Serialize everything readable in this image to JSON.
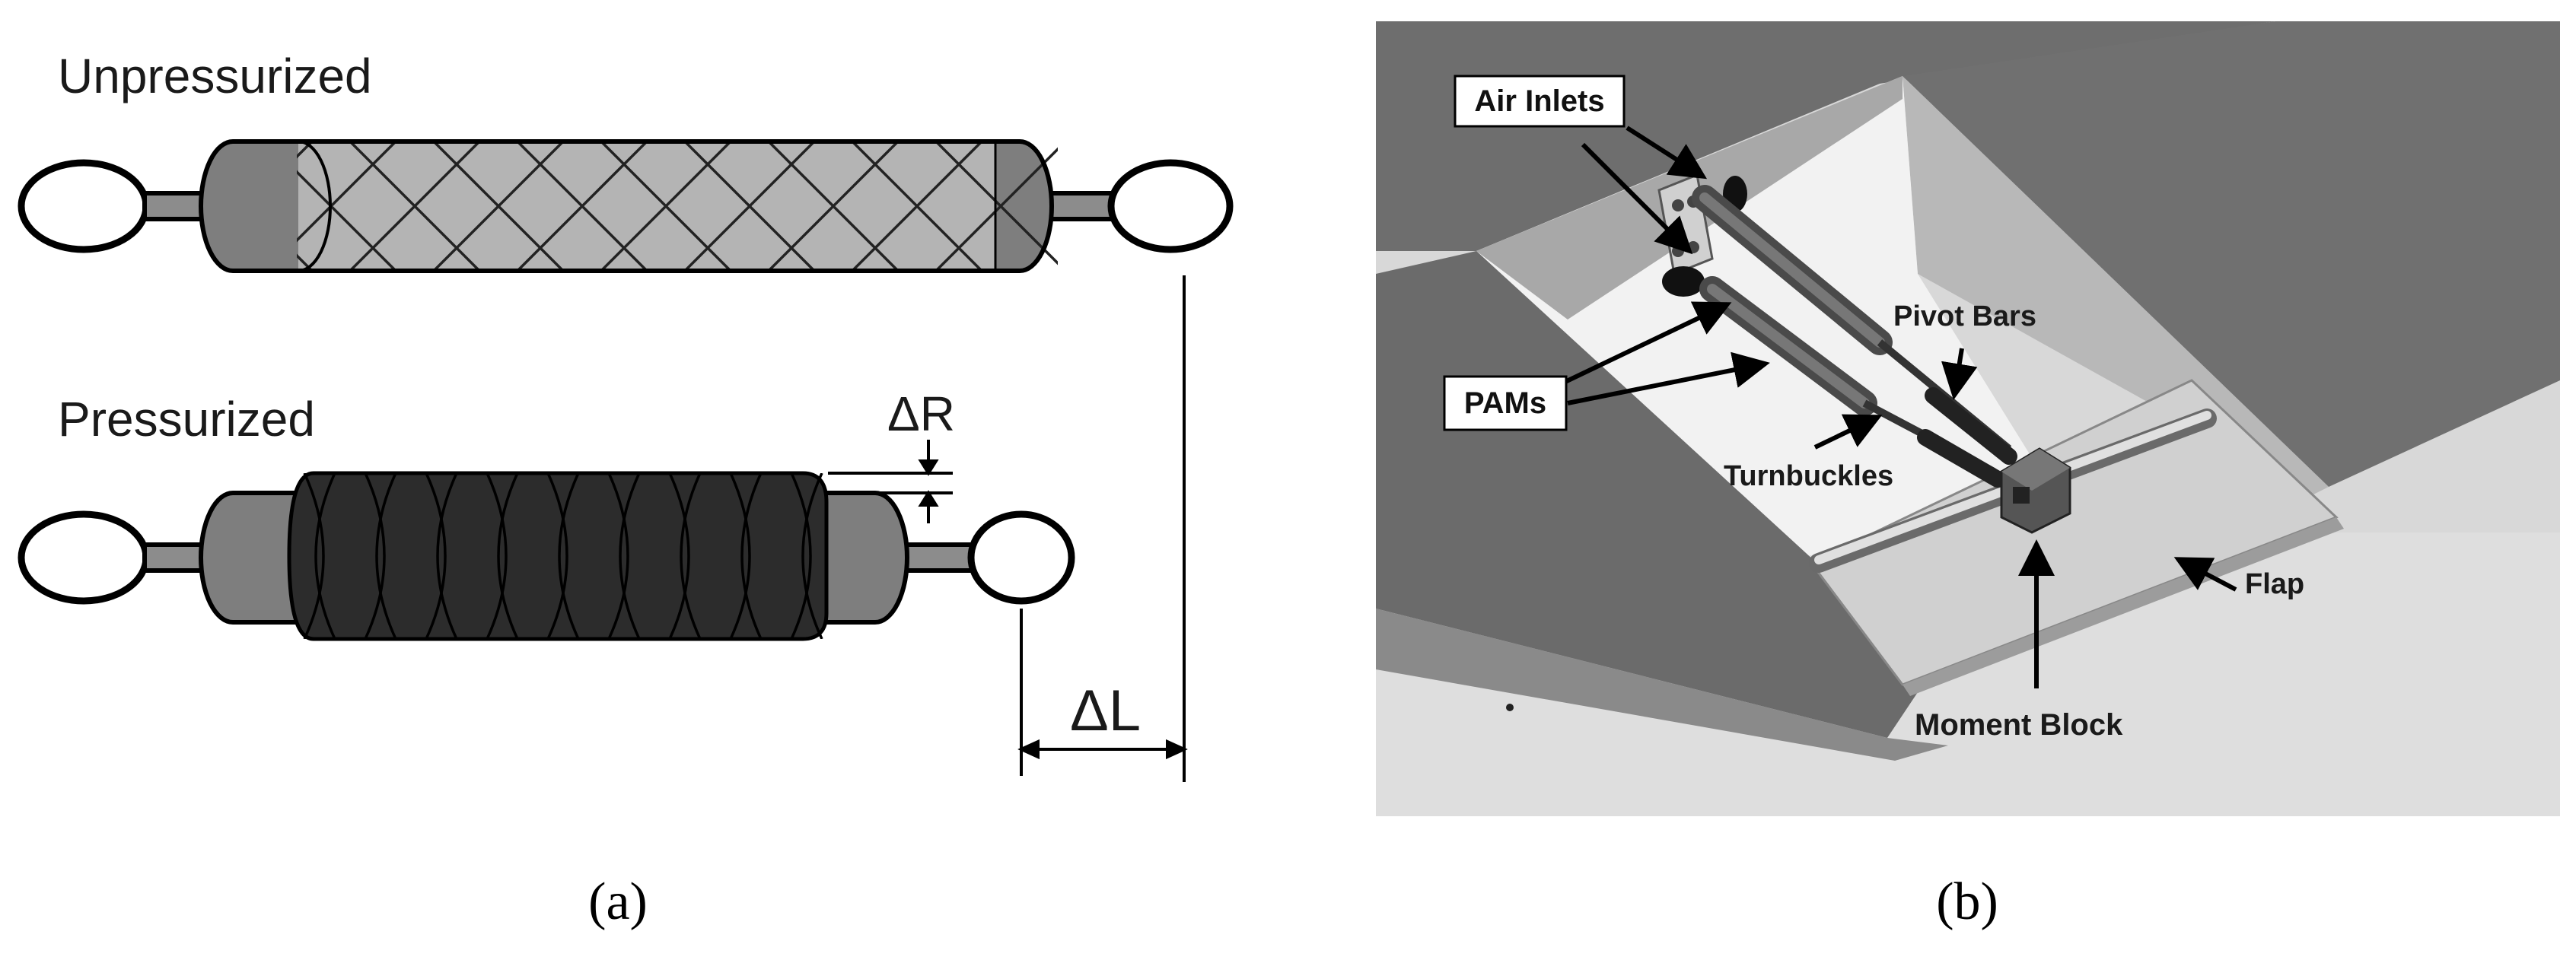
{
  "panel_a": {
    "label_unpressurized": "Unpressurized",
    "label_pressurized": "Pressurized",
    "label_delta_r": "ΔR",
    "label_delta_l": "ΔL",
    "caption": "(a)"
  },
  "panel_b": {
    "label_air_inlets": "Air Inlets",
    "label_pams": "PAMs",
    "label_pivot_bars": "Pivot Bars",
    "label_turnbuckles": "Turnbuckles",
    "label_flap": "Flap",
    "label_moment_block": "Moment Block",
    "caption": "(b)"
  },
  "colors": {
    "background": "#ffffff",
    "sleeve_light": "#b4b4b4",
    "sleeve_dark": "#2c2c2c",
    "end_cap": "#7e7e7e",
    "panel_dark": "#6e6e6e",
    "panel_light": "#ededed"
  }
}
